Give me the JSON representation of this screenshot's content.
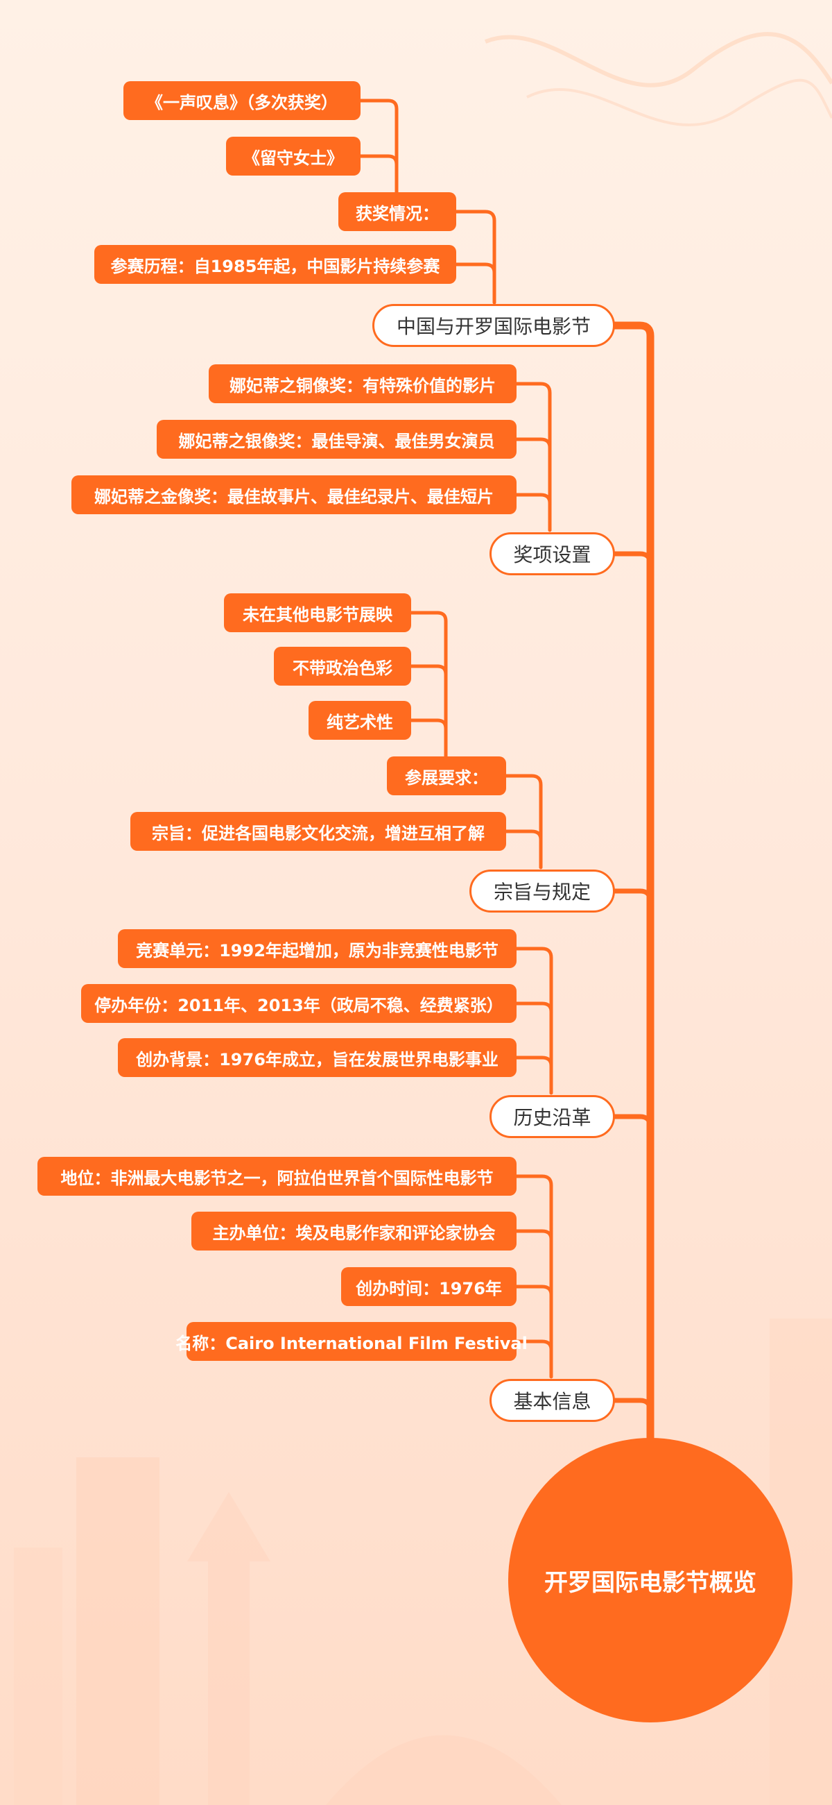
{
  "root": {
    "label": "开罗国际电影节概览"
  },
  "branches": {
    "china": {
      "label": "中国与开罗国际电影节",
      "history": "参赛历程：自1985年起，中国影片持续参赛",
      "awards_label": "获奖情况：",
      "award_1": "《留守女士》",
      "award_2": "《一声叹息》（多次获奖）"
    },
    "prizes": {
      "label": "奖项设置",
      "gold": "娜妃蒂之金像奖：最佳故事片、最佳纪录片、最佳短片",
      "silver": "娜妃蒂之银像奖：最佳导演、最佳男女演员",
      "bronze": "娜妃蒂之铜像奖：有特殊价值的影片"
    },
    "purpose": {
      "label": "宗旨与规定",
      "aim": "宗旨：促进各国电影文化交流，增进互相了解",
      "requirements_label": "参展要求：",
      "req_1": "纯艺术性",
      "req_2": "不带政治色彩",
      "req_3": "未在其他电影节展映"
    },
    "history": {
      "label": "历史沿革",
      "background": "创办背景：1976年成立，旨在发展世界电影事业",
      "suspended": "停办年份：2011年、2013年（政局不稳、经费紧张）",
      "competition": "竞赛单元：1992年起增加，原为非竞赛性电影节"
    },
    "basic": {
      "label": "基本信息",
      "name": "名称：Cairo International Film Festival",
      "founded": "创办时间：1976年",
      "organizer": "主办单位：埃及电影作家和评论家协会",
      "status": "地位：非洲最大电影节之一，阿拉伯世界首个国际性电影节"
    }
  },
  "colors": {
    "accent": "#ff6b1f",
    "node_text": "#333333",
    "background": "#fff1e6"
  }
}
